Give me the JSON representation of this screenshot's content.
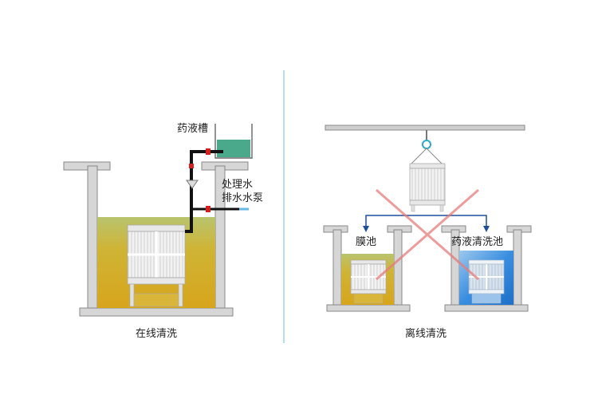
{
  "labels": {
    "chem_tank": "药液槽",
    "drain_pump_line1": "处理水",
    "drain_pump_line2": "排水水泵",
    "membrane_pool": "膜池",
    "chem_wash_pool": "药液清洗池",
    "online_caption": "在线清洗",
    "offline_caption": "离线清洗"
  },
  "colors": {
    "wall": "#d9d9d9",
    "wall_edge": "#8a8a8a",
    "liquid_yellow": "#d4a81f",
    "liquid_top": "#b9c36a",
    "chem_green": "#4aa98a",
    "clean_blue": "#2f86d8",
    "pipe": "#111111",
    "valve_red": "#d22020",
    "cross_red": "#e88a8a",
    "arrow_blue": "#1f4f9a",
    "divider": "#9fd3e6"
  }
}
